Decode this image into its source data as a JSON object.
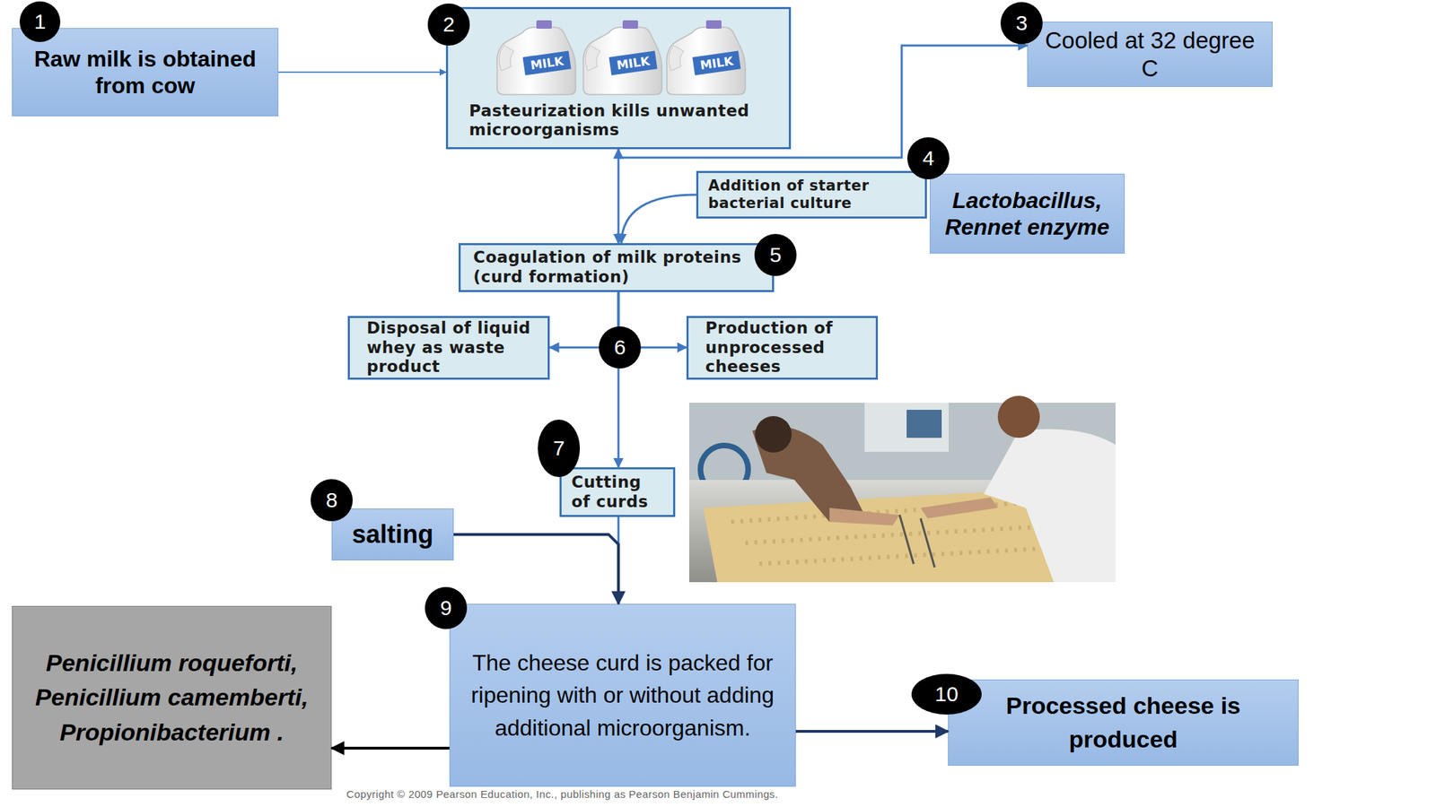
{
  "diagram": {
    "nodes": [
      {
        "text": [
          "Raw milk is obtained from cow"
        ]
      },
      {
        "text": [
          "Pasteurization kills unwanted microorganisms"
        ]
      },
      {
        "text": [
          "Cooled at 32 degree C"
        ]
      },
      {
        "text": [
          "Addition of starter bacterial culture"
        ]
      },
      {
        "text": [
          "Lactobacillus, Rennet enzyme"
        ]
      },
      {
        "text": [
          "Coagulation of milk proteins (curd formation)"
        ]
      },
      {
        "text": [
          "Disposal of liquid whey as waste product"
        ]
      },
      {
        "text": [
          "Production of unprocessed cheeses"
        ]
      },
      {
        "text": [
          "Cutting of curds"
        ]
      },
      {
        "text": [
          "salting"
        ]
      },
      {
        "text": [
          "Penicillium roqueforti, Penicillium camemberti, Propionibacterium ."
        ]
      },
      {
        "text": [
          "The cheese curd is packed for ripening with or without adding additional microorganism."
        ]
      },
      {
        "text": [
          "Processed cheese is produced"
        ]
      }
    ],
    "edges": [
      {
        "from": 0,
        "to": 1,
        "arrow": "to"
      },
      {
        "from": 1,
        "to": 2,
        "arrow": "both"
      },
      {
        "from": 1,
        "to": 5,
        "arrow": "to"
      },
      {
        "from": 3,
        "to": 5,
        "arrow": "to"
      },
      {
        "from": 5,
        "to": 8,
        "arrow": "to"
      },
      {
        "from": 5,
        "to": 6,
        "arrow": "to"
      },
      {
        "from": 5,
        "to": 7,
        "arrow": "to"
      },
      {
        "from": 8,
        "to": 11,
        "arrow": "to"
      },
      {
        "from": 9,
        "to": 11,
        "arrow": "to"
      },
      {
        "from": 11,
        "to": 10,
        "arrow": "to"
      },
      {
        "from": 11,
        "to": 12,
        "arrow": "to"
      }
    ],
    "labels": [
      "1",
      "MILK",
      "MILK",
      "MILK",
      "2",
      "3",
      "4",
      "5",
      "6",
      "7",
      "8",
      "9",
      "10",
      "Copyright © 2009 Pearson Education, Inc., publishing as Pearson Benjamin Cummings."
    ]
  }
}
